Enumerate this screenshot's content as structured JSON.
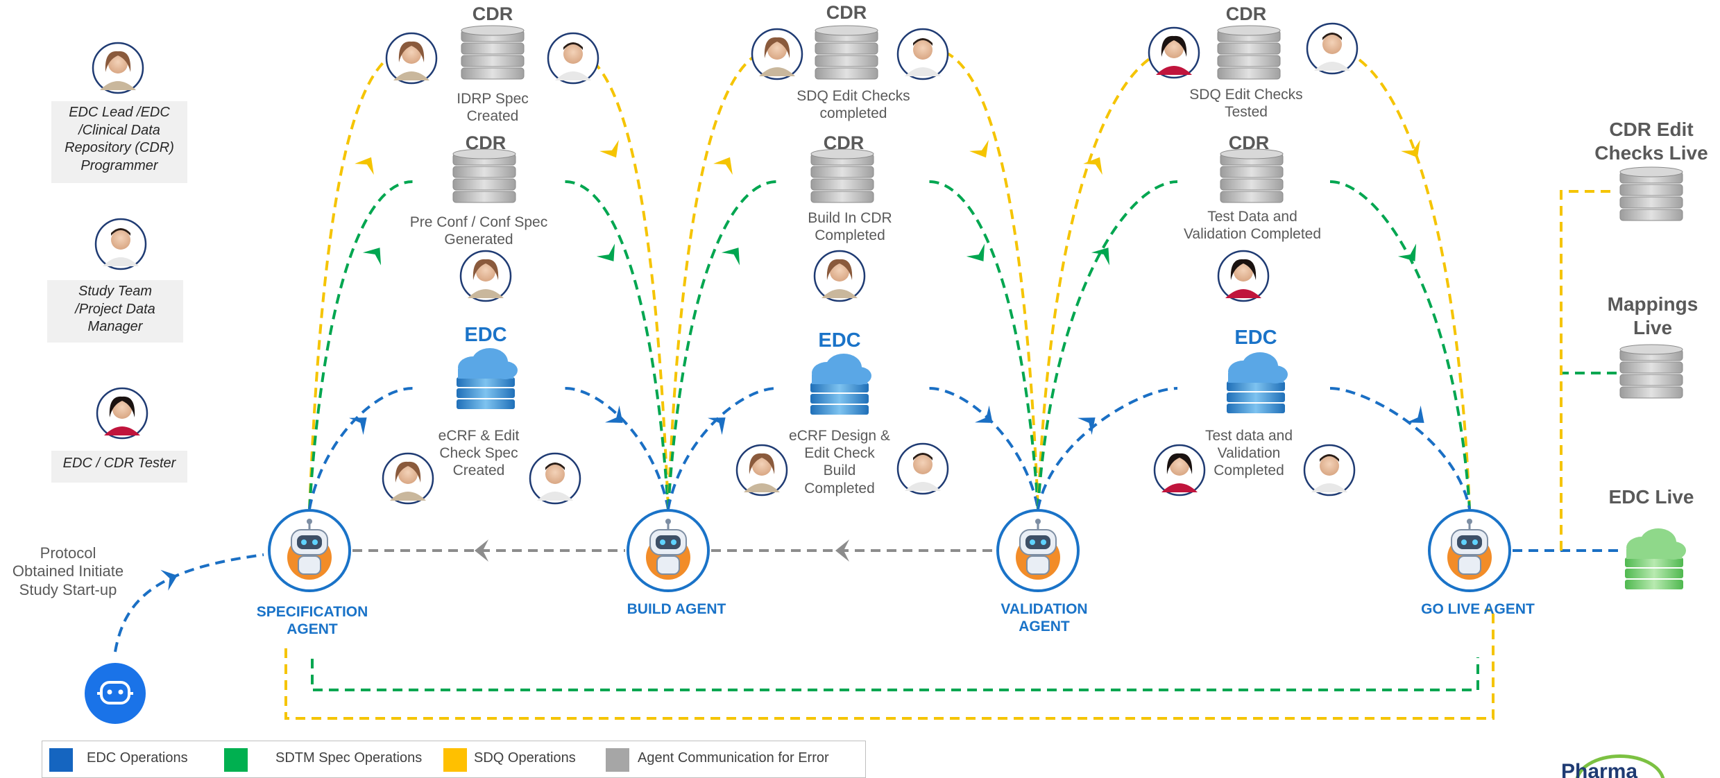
{
  "roles": [
    {
      "name": "EDC Lead /EDC /Clinical Data Repository (CDR) Programmer",
      "lines": [
        "EDC Lead /EDC",
        "/Clinical Data",
        "Repository (CDR)",
        "Programmer"
      ]
    },
    {
      "name": "Study Team /Project Data Manager",
      "lines": [
        "Study Team",
        "/Project Data",
        "Manager"
      ]
    },
    {
      "name": "EDC / CDR Tester",
      "lines": [
        "EDC / CDR Tester"
      ]
    }
  ],
  "start_label": [
    "Protocol",
    "Obtained Initiate",
    "Study Start-up"
  ],
  "agents": [
    "SPECIFICATION AGENT",
    "BUILD AGENT",
    "VALIDATION AGENT",
    "GO LIVE AGENT"
  ],
  "agent_lines": [
    [
      "SPECIFICATION",
      "AGENT"
    ],
    [
      "BUILD AGENT"
    ],
    [
      "VALIDATION",
      "AGENT"
    ],
    [
      "GO LIVE AGENT"
    ]
  ],
  "stages": [
    {
      "cdr_top": "CDR",
      "sdq": [
        "IDRP Spec",
        "Created"
      ],
      "cdr_mid": "CDR",
      "sdtm": [
        "Pre Conf / Conf Spec",
        "Generated"
      ],
      "edc": "EDC",
      "edc_op": [
        "eCRF & Edit",
        "Check Spec",
        "Created"
      ]
    },
    {
      "cdr_top": "CDR",
      "sdq": [
        "SDQ Edit Checks",
        "completed"
      ],
      "cdr_mid": "CDR",
      "sdtm": [
        "Build In CDR",
        "Completed"
      ],
      "edc": "EDC",
      "edc_op": [
        "eCRF Design &",
        "Edit Check",
        "Build",
        "Completed"
      ]
    },
    {
      "cdr_top": "CDR",
      "sdq": [
        "SDQ Edit Checks",
        "Tested"
      ],
      "cdr_mid": "CDR",
      "sdtm": [
        "Test Data and",
        "Validation Completed"
      ],
      "edc": "EDC",
      "edc_op": [
        "Test data and",
        "Validation",
        "Completed"
      ]
    }
  ],
  "live": [
    {
      "label": "CDR Edit Checks Live",
      "lines": [
        "CDR Edit",
        "Checks Live"
      ]
    },
    {
      "label": "Mappings Live",
      "lines": [
        "Mappings",
        "Live"
      ]
    },
    {
      "label": "EDC Live",
      "lines": [
        "EDC Live"
      ]
    }
  ],
  "legend": [
    {
      "label": "EDC Operations",
      "color": "#1565c0"
    },
    {
      "label": "SDTM Spec Operations",
      "color": "#00b050"
    },
    {
      "label": "SDQ Operations",
      "color": "#ffc000"
    },
    {
      "label": "Agent Communication for Error",
      "color": "#a6a6a6"
    }
  ],
  "colors": {
    "edc": "#1a6fc4",
    "sdtm": "#00a650",
    "sdq": "#f5c400",
    "error": "#8c8c8c",
    "agent_blue": "#1a73c8"
  },
  "logo_text": "Pharma",
  "icons": [
    "database-icon",
    "cloud-database-icon",
    "robot-agent-icon",
    "chatbot-icon",
    "person-avatar-icon",
    "chevron-arrow-icon"
  ]
}
